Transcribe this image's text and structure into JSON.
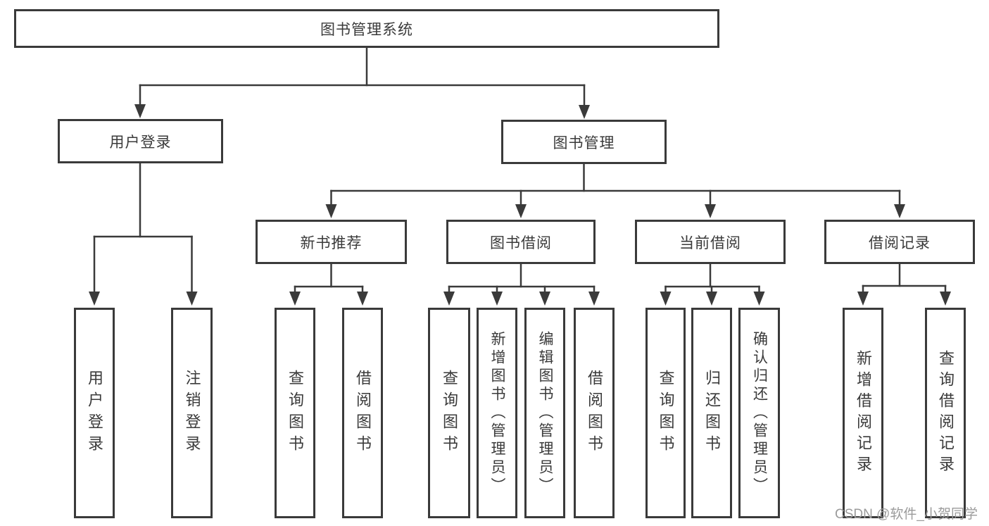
{
  "diagram": {
    "root": {
      "label": "图书管理系统"
    },
    "branches": [
      {
        "label": "用户登录",
        "children": [
          {
            "label": "用户登录"
          },
          {
            "label": "注销登录"
          }
        ]
      },
      {
        "label": "图书管理",
        "groups": [
          {
            "label": "新书推荐",
            "children": [
              {
                "label": "查询图书"
              },
              {
                "label": "借阅图书"
              }
            ]
          },
          {
            "label": "图书借阅",
            "children": [
              {
                "label": "查询图书"
              },
              {
                "label": "新增图书（管理员）"
              },
              {
                "label": "编辑图书（管理员）"
              },
              {
                "label": "借阅图书"
              }
            ]
          },
          {
            "label": "当前借阅",
            "children": [
              {
                "label": "查询图书"
              },
              {
                "label": "归还图书"
              },
              {
                "label": "确认归还（管理员）"
              }
            ]
          },
          {
            "label": "借阅记录",
            "children": [
              {
                "label": "新增借阅记录"
              },
              {
                "label": "查询借阅记录"
              }
            ]
          }
        ]
      }
    ]
  },
  "watermark": {
    "text": "CSDN @软件_小贺同学"
  },
  "colors": {
    "line": "#3a3a3a",
    "text": "#3a3a3a",
    "background": "#ffffff",
    "watermark": "#9b9b9b"
  }
}
